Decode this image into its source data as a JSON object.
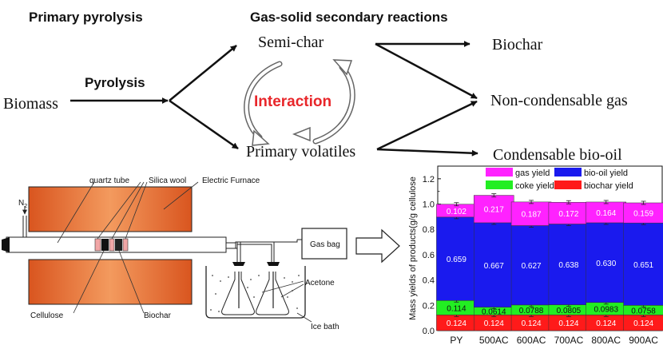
{
  "flow": {
    "heading_left": "Primary pyrolysis",
    "heading_right": "Gas-solid secondary reactions",
    "biomass": "Biomass",
    "pyrolysis": "Pyrolysis",
    "semi_char": "Semi-char",
    "primary_volatiles": "Primary volatiles",
    "interaction": "Interaction",
    "biochar": "Biochar",
    "non_condensable_gas": "Non-condensable gas",
    "condensable_bio_oil": "Condensable bio-oil",
    "colors": {
      "interaction": "#e8262a",
      "arrow": "#111111"
    }
  },
  "apparatus": {
    "n2": "N",
    "n2_sub": "2",
    "quartz_tube": "quartz tube",
    "silica_wool": "Silica wool",
    "electric_furnace": "Electric Furnace",
    "cellulose": "Cellulose",
    "biochar": "Biochar",
    "gas_bag": "Gas bag",
    "acetone": "Acetone",
    "ice_bath": "Ice bath",
    "colors": {
      "furnace_center": "#f39a5e",
      "furnace_edge": "#d9551f"
    }
  },
  "chart_data": {
    "type": "bar",
    "stacked": true,
    "ylabel": "Mass yields of products(g/g cellulose",
    "ylim": [
      0.0,
      1.3
    ],
    "yticks": [
      "0.0",
      "0.2",
      "0.4",
      "0.6",
      "0.8",
      "1.0",
      "1.2"
    ],
    "categories": [
      "PY",
      "500AC",
      "600AC",
      "700AC",
      "800AC",
      "900AC"
    ],
    "series": [
      {
        "name": "biochar yield",
        "color": "#ff1a1a",
        "values": [
          0.124,
          0.124,
          0.124,
          0.124,
          0.124,
          0.124
        ],
        "labels": [
          "0.124",
          "0.124",
          "0.124",
          "0.124",
          "0.124",
          "0.124"
        ]
      },
      {
        "name": "coke yield",
        "color": "#22ee22",
        "values": [
          0.114,
          0.0614,
          0.0788,
          0.0805,
          0.0983,
          0.0758
        ],
        "labels": [
          "0.114",
          "0.0614",
          "0.0788",
          "0.0805",
          "0.0983",
          "0.0758"
        ]
      },
      {
        "name": "bio-oil yield",
        "color": "#1a1aee",
        "values": [
          0.659,
          0.667,
          0.627,
          0.638,
          0.63,
          0.651
        ],
        "labels": [
          "0.659",
          "0.667",
          "0.627",
          "0.638",
          "0.630",
          "0.651"
        ]
      },
      {
        "name": "gas yield",
        "color": "#ff22ff",
        "values": [
          0.102,
          0.217,
          0.187,
          0.172,
          0.164,
          0.159
        ],
        "labels": [
          "0.102",
          "0.217",
          "0.187",
          "0.172",
          "0.164",
          "0.159"
        ]
      }
    ],
    "legend": [
      "gas yield",
      "bio-oil yield",
      "coke yield",
      "biochar yield"
    ],
    "legend_placement": "top",
    "error_bars": true
  }
}
